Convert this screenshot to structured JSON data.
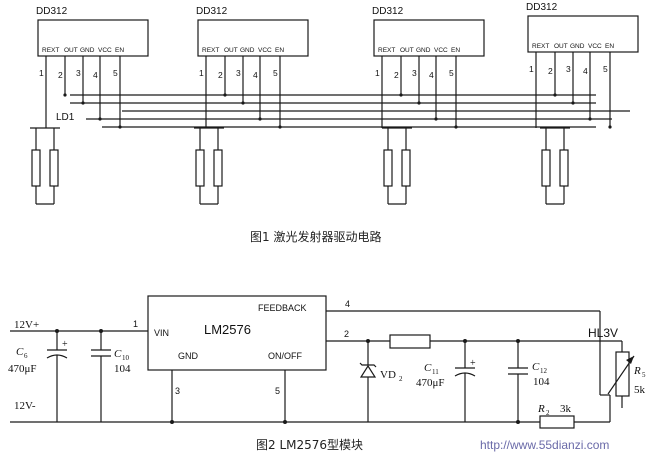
{
  "figure1": {
    "modules": [
      {
        "name": "DD312"
      },
      {
        "name": "DD312"
      },
      {
        "name": "DD312"
      },
      {
        "name": "DD312"
      }
    ],
    "pin_labels": [
      "REXT",
      "OUT",
      "GND",
      "VCC",
      "EN"
    ],
    "pin_numbers": [
      "1",
      "2",
      "3",
      "4",
      "5"
    ],
    "ld_label": "LD1",
    "caption": "图1  激光发射器驱动电路"
  },
  "figure2": {
    "ic_name": "LM2576",
    "pins": {
      "vin": "VIN",
      "feedback": "FEEDBACK",
      "gnd": "GND",
      "onoff": "ON/OFF"
    },
    "pin_numbers": {
      "vin": "1",
      "out": "2",
      "gnd": "3",
      "feedback": "4",
      "onoff": "5"
    },
    "supply_pos": "12V+",
    "supply_neg": "12V-",
    "c6": {
      "name": "C",
      "sub": "6",
      "value": "470μF",
      "polarity": "+"
    },
    "c10": {
      "name": "C",
      "sub": "10",
      "value": "104"
    },
    "vd2": {
      "name": "VD",
      "sub": "2"
    },
    "c11": {
      "name": "C",
      "sub": "11",
      "value": "470μF",
      "polarity": "+"
    },
    "c12": {
      "name": "C",
      "sub": "12",
      "value": "104"
    },
    "r5": {
      "name": "R",
      "sub": "5",
      "value": "5k"
    },
    "r2": {
      "name": "R",
      "sub": "2",
      "value": "3k"
    },
    "output_label": "HL3V",
    "caption": "图2  LM2576型模块"
  },
  "watermark": "http://www.55dianzi.com"
}
